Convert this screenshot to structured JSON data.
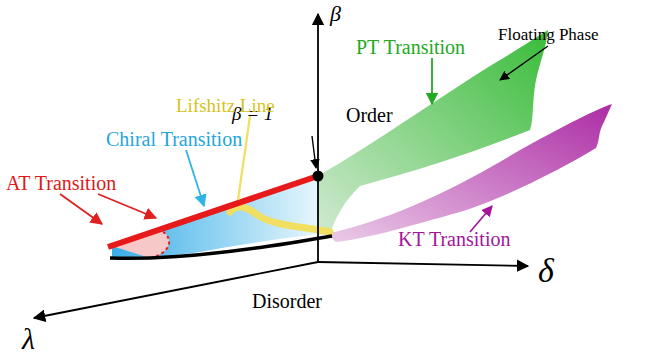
{
  "diagram": {
    "labels": [
      "β",
      "PT Transition",
      "Floating Phase",
      "β = 1",
      "Order",
      "Lifshitz Line",
      "Chiral Transition",
      "AT Transition",
      "KT Transition",
      "δ",
      "Disorder",
      "λ"
    ]
  }
}
